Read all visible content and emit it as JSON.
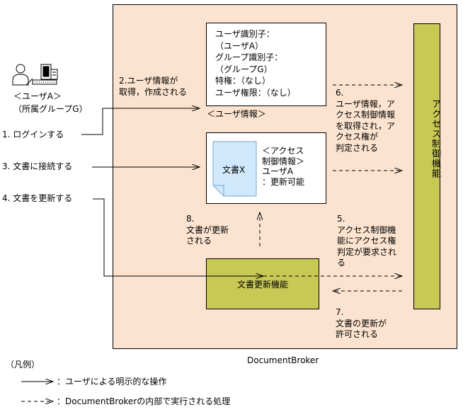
{
  "user": {
    "label": "＜ユーザA＞",
    "group": "（所属グループG）"
  },
  "steps": {
    "s1": "1. ログインする",
    "s2": "2.ユーザ情報が\n取得，作成される",
    "s3": "3. 文書に接続する",
    "s4": "4. 文書を更新する",
    "s5": "5.\nアクセス制御機\n能にアクセス権\n判定が要求され\nる",
    "s6": "6.\nユーザ情報，ア\nクセス制御情報\nを取得され，ア\nクセス権が\n判定される",
    "s7": "7.\n文書の更新が\n許可される",
    "s8": "8.\n文書が更新\nされる"
  },
  "userinfo": {
    "lines": "ユーザ識別子：\n（ユーザA）\nグループ識別子：\n（グループG）\n特権：（なし）\nユーザ権限：（なし）",
    "caption": "＜ユーザ情報＞"
  },
  "document": {
    "name": "文書X",
    "acl": "＜アクセス\n制御情報＞\nユーザA\n：更新可能"
  },
  "update_function": "文書更新機能",
  "access_control": "アクセス制御機能",
  "broker_label": "DocumentBroker",
  "legend": {
    "title": "（凡例）",
    "solid": "：ユーザによる明示的な操作",
    "dashed": "：DocumentBrokerの内部で実行される処理"
  },
  "colors": {
    "broker_bg": "#fbe3cf",
    "function_bg": "#c8c855",
    "document_bg": "#cfe8fb"
  }
}
